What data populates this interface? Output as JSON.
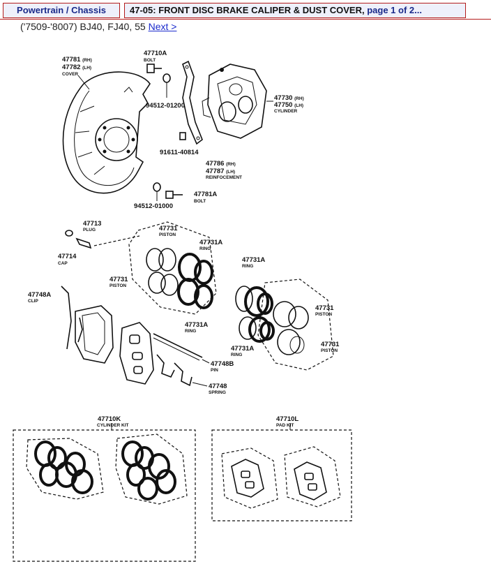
{
  "nav": {
    "category_tab": "Powertrain / Chassis",
    "title_main": "47-05: FRONT DISC BRAKE CALIPER & DUST COVER,",
    "title_page": " page 1 of 2..."
  },
  "subtitle": {
    "text": "('7509-'8007) BJ40, FJ40, 55",
    "next_link": "Next >"
  },
  "parts": {
    "cover_rh": "47781",
    "cover_rh_side": "(RH)",
    "cover_lh": "47782",
    "cover_lh_side": "(LH)",
    "cover_name": "COVER",
    "bolt_top": "47710A",
    "bolt_top_name": "BOLT",
    "washer_top": "94512-01200",
    "bolt_mid": "91611-40814",
    "cyl_rh": "47730",
    "cyl_rh_side": "(RH)",
    "cyl_lh": "47750",
    "cyl_lh_side": "(LH)",
    "cyl_name": "CYLINDER",
    "reinf_rh": "47786",
    "reinf_rh_side": "(RH)",
    "reinf_lh": "47787",
    "reinf_lh_side": "(LH)",
    "reinf_name": "REINFOCEMENT",
    "bolt_low": "47781A",
    "bolt_low_name": "BOLT",
    "washer_low": "94512-01000",
    "plug": "47713",
    "plug_name": "PLUG",
    "cap": "47714",
    "cap_name": "CAP",
    "piston_a": "47731",
    "piston_a_name": "PISTON",
    "ring_a": "47731A",
    "ring_a_name": "RING",
    "piston_b": "47731",
    "piston_b_name": "PISTON",
    "ring_b": "47731A",
    "ring_b_name": "RING",
    "ring_c": "47731A",
    "ring_c_name": "RING",
    "piston_c": "47731",
    "piston_c_name": "PISTON",
    "ring_d": "47731A",
    "ring_d_name": "RING",
    "piston_d": "47731",
    "piston_d_name": "PISTON",
    "clip": "47748A",
    "clip_name": "CLIP",
    "pin": "47748B",
    "pin_name": "PIN",
    "spring": "47748",
    "spring_name": "SPRING",
    "cyl_kit": "47710K",
    "cyl_kit_name": "CYLINDER KIT",
    "pad_kit": "47710L",
    "pad_kit_name": "PAD KIT"
  }
}
